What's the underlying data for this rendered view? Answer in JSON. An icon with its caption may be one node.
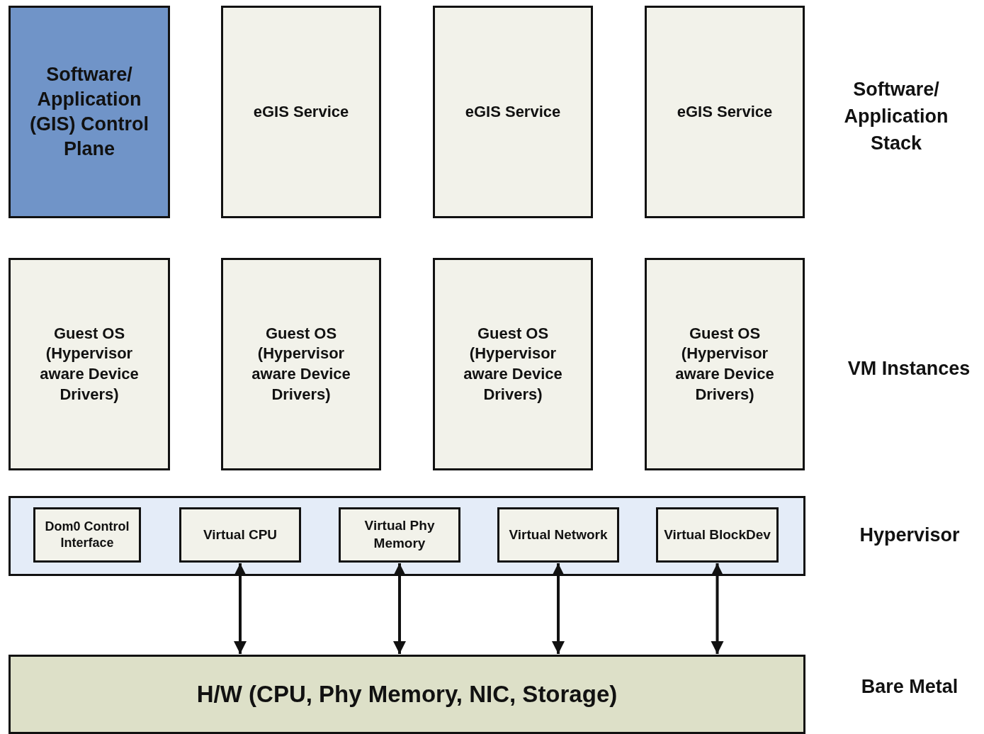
{
  "diagram": {
    "nodes": [
      {
        "text": [
          "Software/ Application (GIS) Control Plane"
        ]
      },
      {
        "text": [
          "eGIS Service"
        ]
      },
      {
        "text": [
          "eGIS Service"
        ]
      },
      {
        "text": [
          "eGIS Service"
        ]
      },
      {
        "text": [
          "Guest OS (Hypervisor aware Device Drivers)"
        ]
      },
      {
        "text": [
          "Guest OS (Hypervisor aware Device Drivers)"
        ]
      },
      {
        "text": [
          "Guest OS (Hypervisor aware Device Drivers)"
        ]
      },
      {
        "text": [
          "Guest OS (Hypervisor aware Device Drivers)"
        ]
      },
      {
        "text": [],
        "shape": "box"
      },
      {
        "text": [
          "Dom0 Control Interface"
        ],
        "in": 8
      },
      {
        "text": [
          "Virtual CPU"
        ],
        "in": 8
      },
      {
        "text": [
          "Virtual Phy Memory"
        ],
        "in": 8
      },
      {
        "text": [
          "Virtual Network"
        ],
        "in": 8
      },
      {
        "text": [
          "Virtual BlockDev"
        ],
        "in": 8
      },
      {
        "text": [
          "H/W (CPU, Phy Memory, NIC, Storage)"
        ]
      }
    ],
    "edges": [
      {
        "from": 10,
        "to": 14,
        "arrow": "both"
      },
      {
        "from": 11,
        "to": 14,
        "arrow": "both"
      },
      {
        "from": 12,
        "to": 14,
        "arrow": "both"
      },
      {
        "from": 13,
        "to": 14,
        "arrow": "both"
      }
    ],
    "labels": [
      "Software/ Application Stack",
      "VM Instances",
      "Hypervisor",
      "Bare Metal"
    ]
  }
}
